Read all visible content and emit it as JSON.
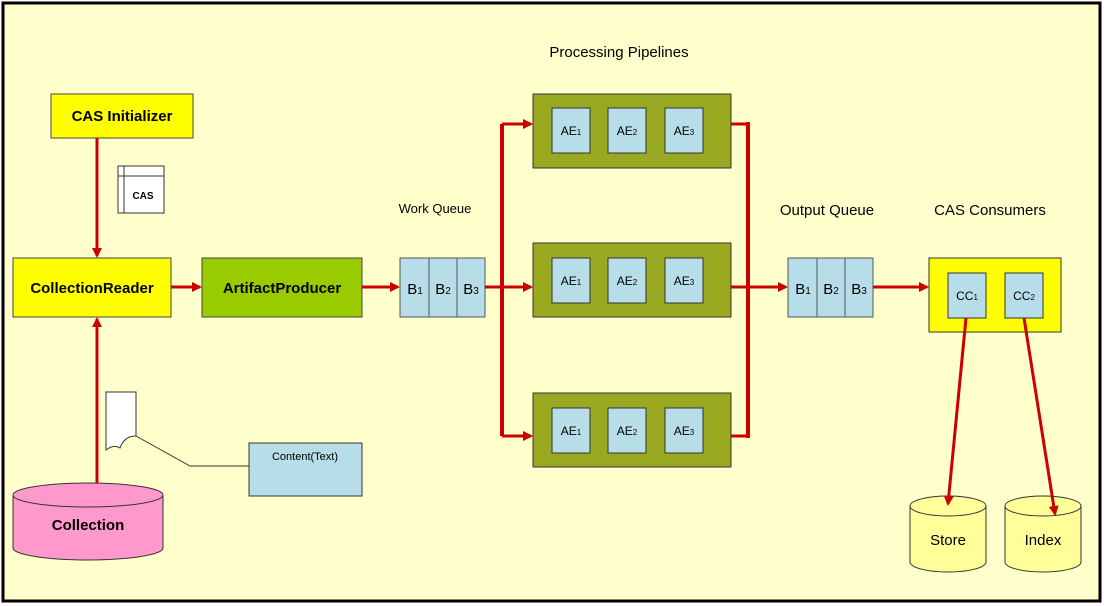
{
  "labels": {
    "processing_pipelines": "Processing Pipelines",
    "work_queue": "Work Queue",
    "output_queue": "Output Queue",
    "cas_consumers": "CAS Consumers"
  },
  "components": {
    "cas_initializer": "CAS Initializer",
    "cas_doc": "CAS",
    "collection_reader": "CollectionReader",
    "artifact_producer": "ArtifactProducer",
    "collection": "Collection",
    "content_text": "Content(Text)",
    "store": "Store",
    "index": "Index"
  },
  "queue_items": [
    {
      "base": "B",
      "sub": "1"
    },
    {
      "base": "B",
      "sub": "2"
    },
    {
      "base": "B",
      "sub": "3"
    }
  ],
  "pipeline_engines": [
    {
      "base": "AE",
      "sub": "1"
    },
    {
      "base": "AE",
      "sub": "2"
    },
    {
      "base": "AE",
      "sub": "3"
    }
  ],
  "consumers": [
    {
      "base": "CC",
      "sub": "1"
    },
    {
      "base": "CC",
      "sub": "2"
    }
  ],
  "colors": {
    "background": "#FFFFCC",
    "yellow": "#FFFF00",
    "green": "#99CC00",
    "olive": "#99AA22",
    "light_blue": "#B7DDE8",
    "pink": "#FF99CC",
    "pale_yellow": "#FFFF99",
    "arrow_red": "#CC0000"
  }
}
